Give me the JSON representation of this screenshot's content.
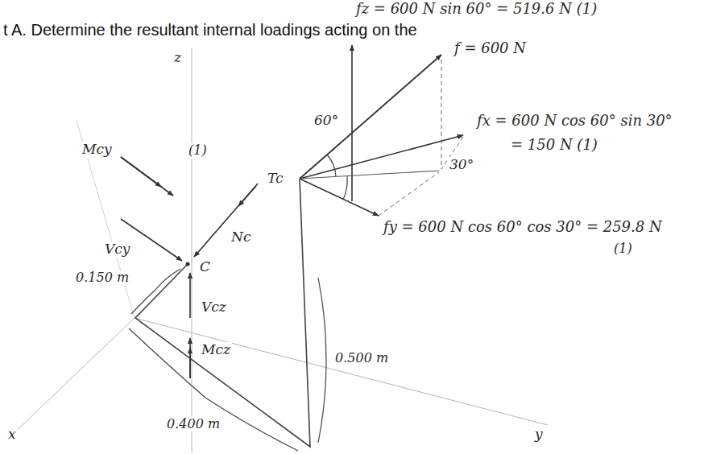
{
  "diagram": {
    "labels": [
      "t A. Determine the resultant internal loadings acting on the",
      "fz = 600 N sin 60° = 519.6 N (1)",
      "f = 600 N",
      "60°",
      "fx = 600 N cos 60° sin 30°",
      "= 150 N (1)",
      "30°",
      "fy = 600 N cos 60° cos 30° = 259.8 N",
      "(1)",
      "z",
      "Mcy",
      "(1)",
      "Tc",
      "Nc",
      "Vcy",
      "C",
      "0.150 m",
      "Vcz",
      "Mcz",
      "0.500 m",
      "0.400 m",
      "y",
      "x"
    ]
  }
}
